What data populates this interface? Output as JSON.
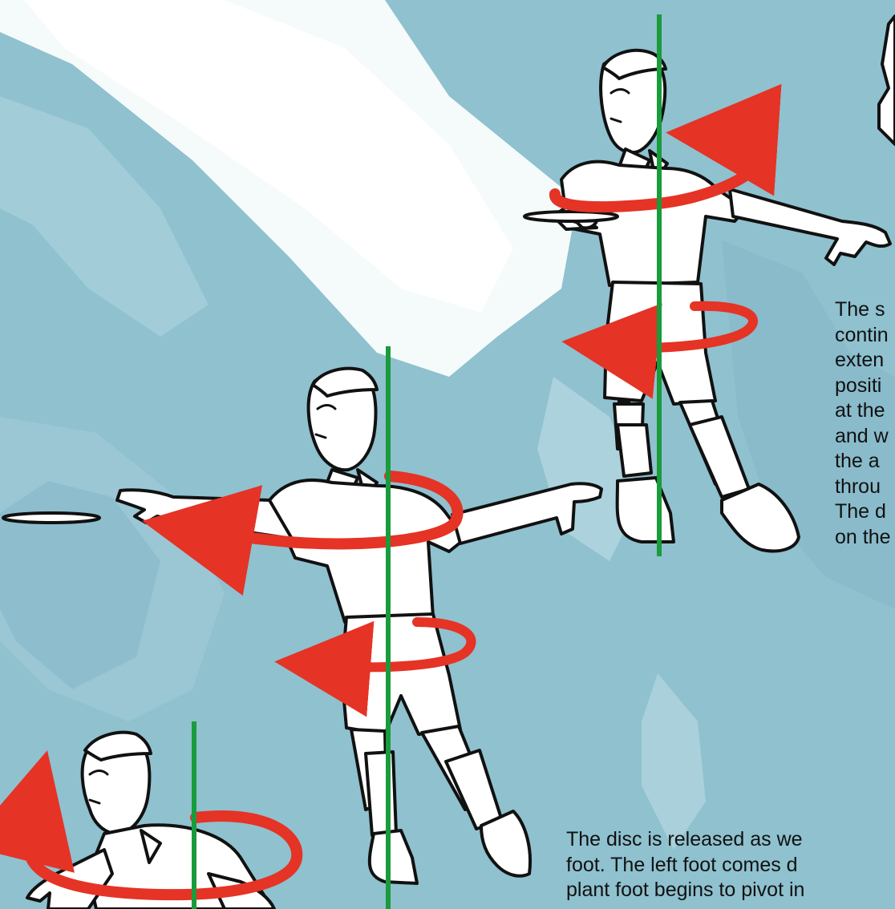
{
  "captions": {
    "upper": [
      "The s",
      "contin",
      "exten",
      "positi",
      "at the",
      "and w",
      "the a",
      "throu",
      "The d",
      "on the"
    ],
    "lower": [
      "The disc is released as we",
      "foot.  The left foot comes d",
      "plant foot begins to pivot in"
    ]
  },
  "colors": {
    "background": "#8fc1cf",
    "rotation_arrow": "#e53325",
    "axis_line": "#1a9b3c",
    "outline": "#111111",
    "figure_fill": "#ffffff"
  }
}
